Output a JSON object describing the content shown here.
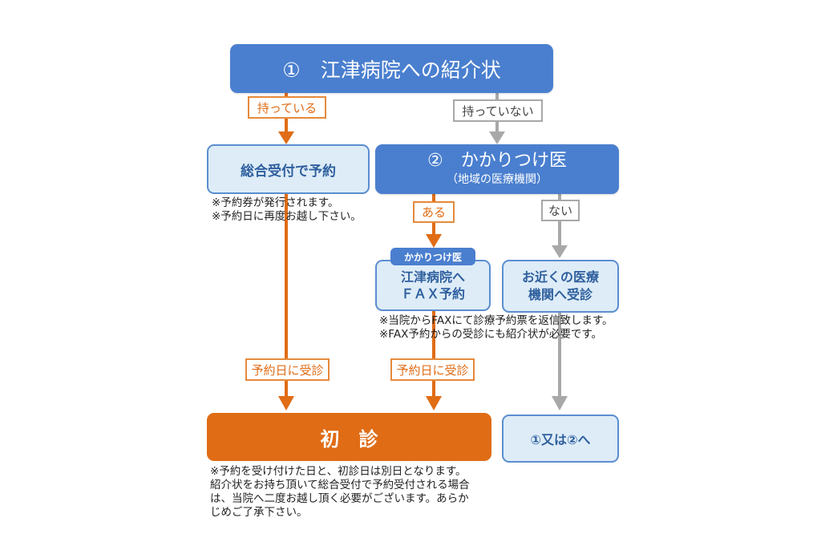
{
  "nodes": {
    "referral": "①　江津病院への紹介状",
    "reception": "総合受付で予約",
    "family_doctor_title": "②　かかりつけ医",
    "family_doctor_sub": "（地域の医療機関）",
    "family_doctor_tag": "かかりつけ医",
    "fax_line1": "江津病院へ",
    "fax_line2": "ＦＡＸ予約",
    "nearby_line1": "お近くの医療",
    "nearby_line2": "機関へ受診",
    "first_visit": "初　診",
    "back_to": "①又は②へ"
  },
  "labels": {
    "have": "持っている",
    "not_have": "持っていない",
    "yes": "ある",
    "no": "ない",
    "visit_left": "予約日に受診",
    "visit_mid": "予約日に受診"
  },
  "notes": {
    "reception": [
      "※予約券が発行されます。",
      "※予約日に再度お越し下さい。"
    ],
    "fax": [
      "※当院からFAXにて診療予約票を返信致します。",
      "※FAX予約からの受診にも紹介状が必要です。"
    ],
    "first_visit": [
      "※予約を受け付けた日と、初診日は別日となります。",
      "紹介状をお持ち頂いて総合受付で予約受付される場合",
      "は、当院へ二度お越し頂く必要がございます。あらか",
      "じめご了承下さい。"
    ]
  },
  "colors": {
    "blue": "#4a7fcf",
    "light_blue": "#ddecf7",
    "orange": "#e06c16",
    "gray": "#a8a8a8"
  }
}
